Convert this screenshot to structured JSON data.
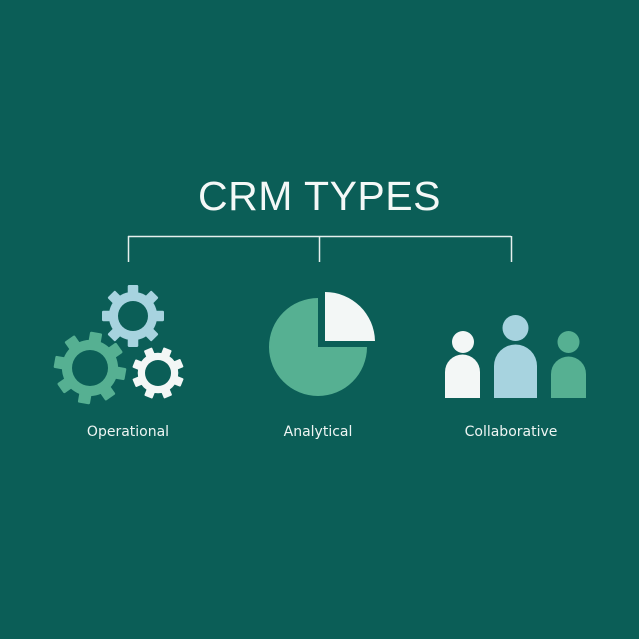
{
  "title": "CRM TYPES",
  "colors": {
    "background": "#0b5e57",
    "green": "#56b092",
    "light_blue": "#a7d3df",
    "white": "#f3f7f6",
    "line": "#e6f0ee"
  },
  "types": [
    {
      "label": "Operational",
      "icon": "gears-icon"
    },
    {
      "label": "Analytical",
      "icon": "pie-chart-icon"
    },
    {
      "label": "Collaborative",
      "icon": "people-icon"
    }
  ]
}
